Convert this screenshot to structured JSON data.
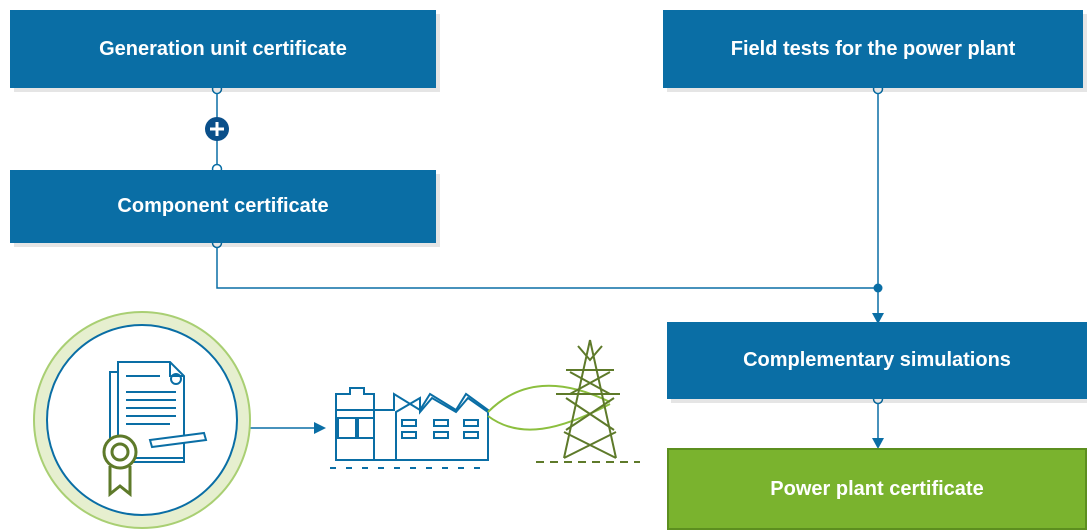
{
  "nodes": {
    "generation_unit": "Generation unit certificate",
    "component": "Component certificate",
    "field_tests": "Field tests for the power plant",
    "simulations": "Complementary simulations",
    "power_plant": "Power plant certificate"
  },
  "colors": {
    "blue": "#0a6ea5",
    "green": "#7ab32e",
    "line": "#0a6ea5"
  },
  "icons": [
    "plus-icon",
    "certificate-document-icon",
    "factory-icon",
    "transmission-tower-icon"
  ]
}
